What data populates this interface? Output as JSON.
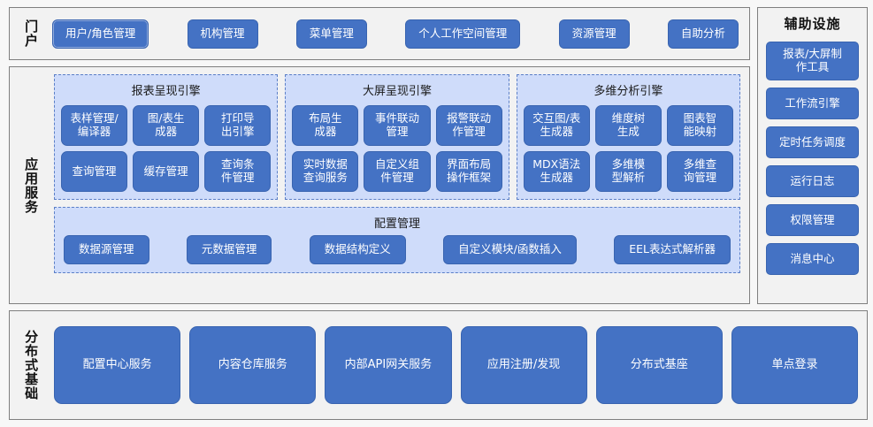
{
  "colors": {
    "pill_fill": "#4472c4",
    "pill_text": "#ffffff",
    "group_fill": "#cfdcfa",
    "group_border": "#5b7fc7",
    "band_fill": "#f2f2f2",
    "band_border": "#7f7f7f",
    "page_bg": "#f7f7f7"
  },
  "portal": {
    "label": "门户",
    "items": [
      {
        "label": "用户/角色管理"
      },
      {
        "label": "机构管理"
      },
      {
        "label": "菜单管理"
      },
      {
        "label": "个人工作空间管理"
      },
      {
        "label": "资源管理"
      },
      {
        "label": "自助分析"
      }
    ]
  },
  "app_service": {
    "label": "应用服务",
    "engines": [
      {
        "title": "报表呈现引擎",
        "items": [
          {
            "label": "表样管理/\n编译器"
          },
          {
            "label": "图/表生\n成器"
          },
          {
            "label": "打印导\n出引擎"
          },
          {
            "label": "查询管理"
          },
          {
            "label": "缓存管理"
          },
          {
            "label": "查询条\n件管理"
          }
        ]
      },
      {
        "title": "大屏呈现引擎",
        "items": [
          {
            "label": "布局生\n成器"
          },
          {
            "label": "事件联动\n管理"
          },
          {
            "label": "报警联动\n作管理"
          },
          {
            "label": "实时数据\n查询服务"
          },
          {
            "label": "自定义组\n件管理"
          },
          {
            "label": "界面布局\n操作框架"
          }
        ]
      },
      {
        "title": "多维分析引擎",
        "items": [
          {
            "label": "交互图/表\n生成器"
          },
          {
            "label": "维度树\n生成"
          },
          {
            "label": "图表智\n能映射"
          },
          {
            "label": "MDX语法\n生成器"
          },
          {
            "label": "多维模\n型解析"
          },
          {
            "label": "多维查\n询管理"
          }
        ]
      }
    ],
    "config": {
      "title": "配置管理",
      "items": [
        {
          "label": "数据源管理"
        },
        {
          "label": "元数据管理"
        },
        {
          "label": "数据结构定义"
        },
        {
          "label": "自定义模块/函数插入"
        },
        {
          "label": "EEL表达式解析器"
        }
      ]
    }
  },
  "aux": {
    "title": "辅助设施",
    "items": [
      {
        "label": "报表/大屏制\n作工具"
      },
      {
        "label": "工作流引擎"
      },
      {
        "label": "定时任务调度"
      },
      {
        "label": "运行日志"
      },
      {
        "label": "权限管理"
      },
      {
        "label": "消息中心"
      }
    ]
  },
  "distributed": {
    "label": "分布式基础",
    "items": [
      {
        "label": "配置中心服务"
      },
      {
        "label": "内容仓库服务"
      },
      {
        "label": "内部API网关服务"
      },
      {
        "label": "应用注册/发现"
      },
      {
        "label": "分布式基座"
      },
      {
        "label": "单点登录"
      }
    ]
  }
}
